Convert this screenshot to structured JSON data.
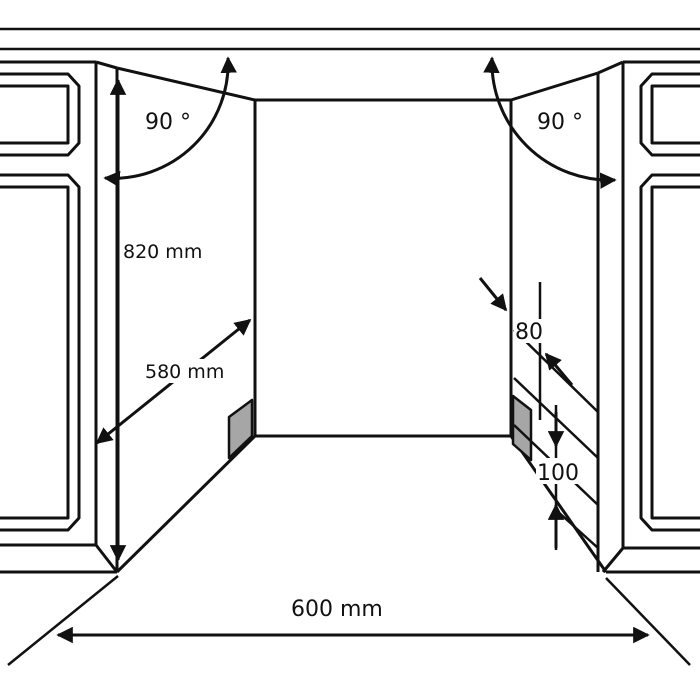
{
  "labels": {
    "height": "820 mm",
    "depth": "580 mm",
    "width": "600 mm",
    "angle_left": "90 °",
    "angle_right": "90 °",
    "gap_top": "80",
    "gap_bottom": "100"
  },
  "colors": {
    "line": "#111111",
    "block_fill": "#a6a6a6",
    "background": "#ffffff"
  },
  "icons": [
    "arrow-icon"
  ]
}
